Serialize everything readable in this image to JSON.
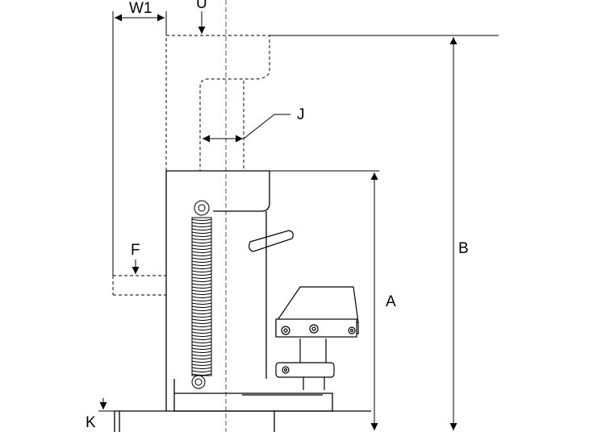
{
  "dimension_labels": {
    "w1": "W1",
    "u": "U",
    "j": "J",
    "f": "F",
    "b": "B",
    "a": "A",
    "k": "K"
  }
}
